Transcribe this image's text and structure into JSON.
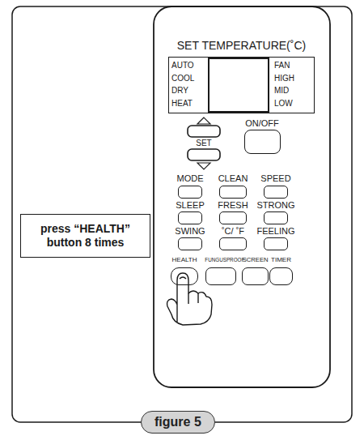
{
  "diagram": {
    "caption": "figure 5",
    "nodes": [
      {
        "text": [
          "SET TEMPERATURE(˚C)",
          "AUTO",
          "COOL",
          "DRY",
          "HEAT",
          "FAN",
          "HIGH",
          "MID",
          "LOW"
        ]
      },
      {
        "text": [
          "ON/OFF"
        ]
      },
      {
        "text": [
          "MODE"
        ]
      },
      {
        "text": [
          "CLEAN"
        ]
      },
      {
        "text": [
          "SPEED"
        ]
      },
      {
        "text": [
          "SLEEP"
        ]
      },
      {
        "text": [
          "FRESH"
        ]
      },
      {
        "text": [
          "STRONG"
        ]
      },
      {
        "text": [
          "SWING"
        ]
      },
      {
        "text": [
          "˚C/ ˚F"
        ]
      },
      {
        "text": [
          "FEELING"
        ]
      },
      {
        "text": [
          "HEALTH"
        ]
      },
      {
        "text": [
          "FUNGUSPROOF"
        ]
      },
      {
        "text": [
          "SCREEN"
        ]
      },
      {
        "text": [
          "TIMER"
        ]
      },
      {
        "text": [
          "press “HEALTH” button 8 times"
        ]
      }
    ],
    "labels": [
      "SET"
    ]
  }
}
